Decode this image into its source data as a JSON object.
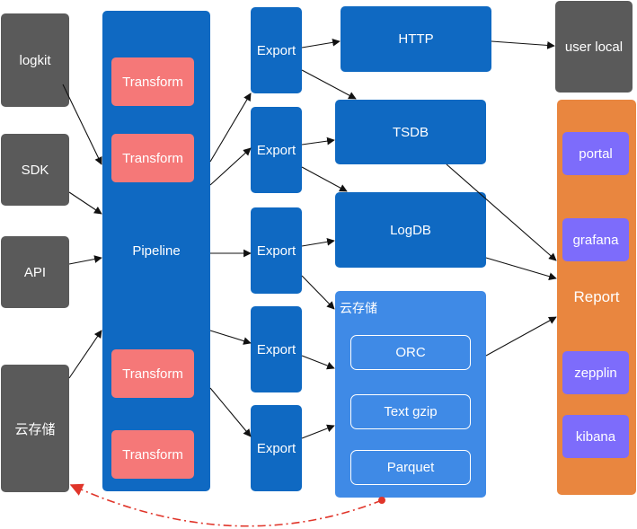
{
  "sources": {
    "logkit": "logkit",
    "sdk": "SDK",
    "api": "API",
    "cloud": "云存储"
  },
  "pipeline": {
    "label": "Pipeline",
    "transform": "Transform"
  },
  "export_label": "Export",
  "targets": {
    "http": "HTTP",
    "tsdb": "TSDB",
    "logdb": "LogDB",
    "user_local": "user local"
  },
  "cloud_storage": {
    "title": "云存储",
    "orc": "ORC",
    "text_gzip": "Text gzip",
    "parquet": "Parquet"
  },
  "report": {
    "label": "Report",
    "portal": "portal",
    "grafana": "grafana",
    "zepplin": "zepplin",
    "kibana": "kibana"
  },
  "colors": {
    "source": "#5a5a5a",
    "pipeline": "#0f69c2",
    "transform": "#f57878",
    "cloud_storage": "#3f8ae6",
    "report": "#e9863f",
    "report_item": "#7d6cfb",
    "feedback_arrow": "#e0352a"
  }
}
